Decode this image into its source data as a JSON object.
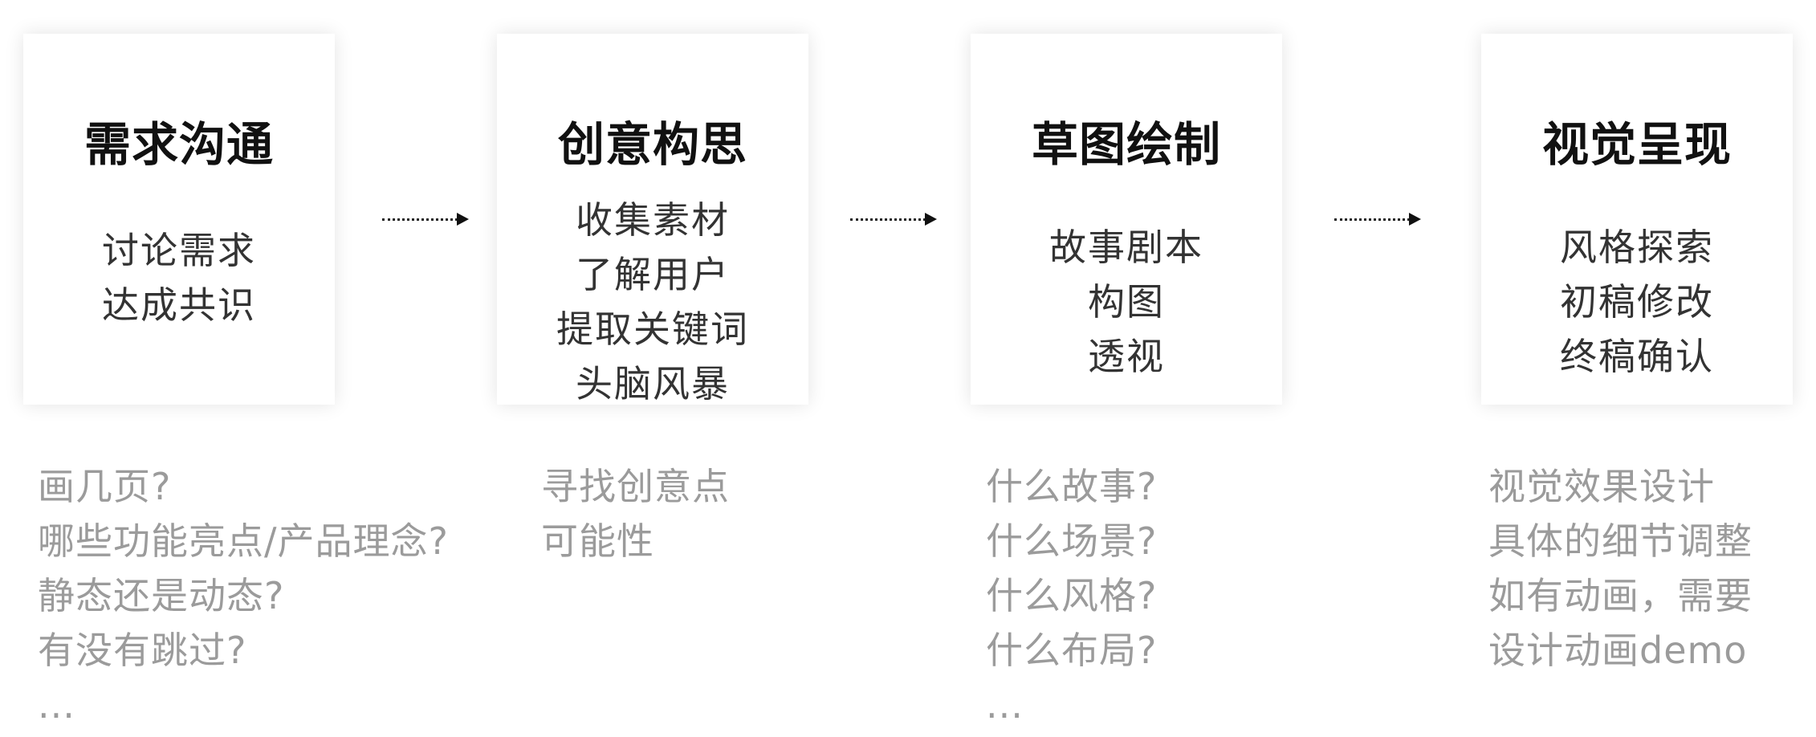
{
  "stages": [
    {
      "title": "需求沟通",
      "items": [
        "讨论需求",
        "达成共识"
      ],
      "notes": [
        "画几页?",
        "哪些功能亮点/产品理念?",
        "静态还是动态?",
        "有没有跳过?",
        "..."
      ]
    },
    {
      "title": "创意构思",
      "items": [
        "收集素材",
        "了解用户",
        "提取关键词",
        "头脑风暴"
      ],
      "notes": [
        "寻找创意点",
        "可能性"
      ]
    },
    {
      "title": "草图绘制",
      "items": [
        "故事剧本",
        "构图",
        "透视"
      ],
      "notes": [
        "什么故事?",
        "什么场景?",
        "什么风格?",
        "什么布局?",
        "..."
      ]
    },
    {
      "title": "视觉呈现",
      "items": [
        "风格探索",
        "初稿修改",
        "终稿确认"
      ],
      "notes": [
        "视觉效果设计",
        "具体的细节调整",
        "如有动画，需要",
        "设计动画demo"
      ]
    }
  ],
  "colors": {
    "title": "#111111",
    "item": "#333333",
    "note": "#9b9b9b",
    "arrow": "#111111"
  }
}
